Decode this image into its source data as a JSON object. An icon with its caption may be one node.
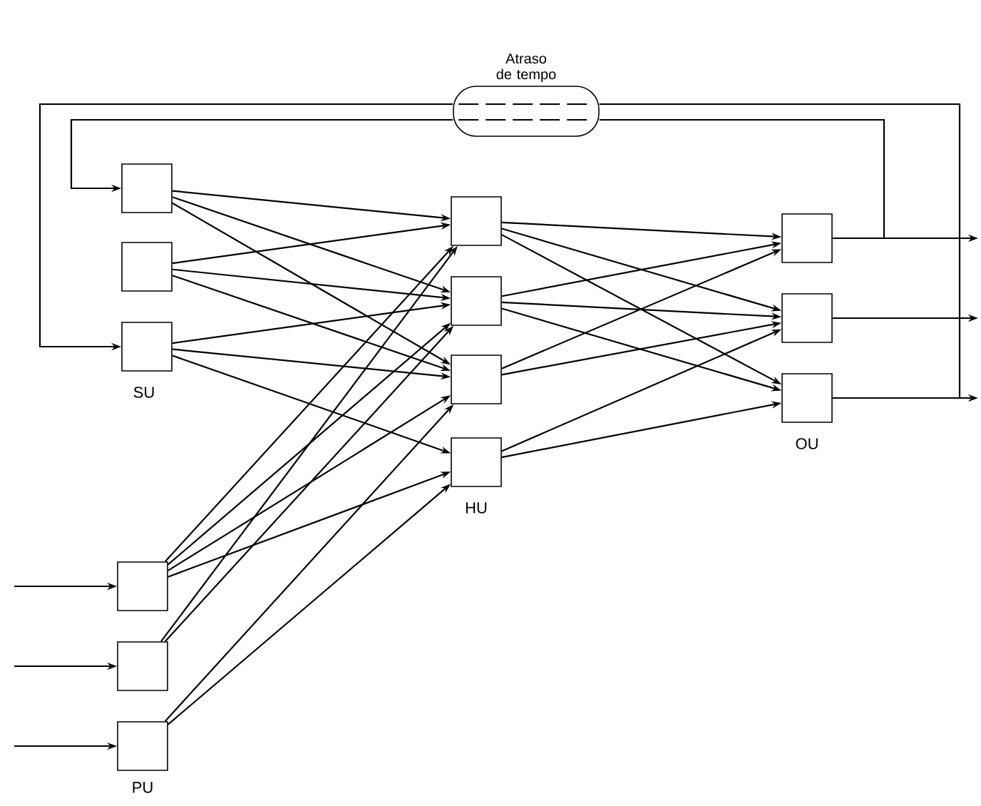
{
  "diagram": {
    "nodes": [
      {
        "text": [],
        "shape": "box"
      },
      {
        "text": [],
        "shape": "box"
      },
      {
        "text": [],
        "shape": "box"
      },
      {
        "text": [],
        "shape": "box"
      },
      {
        "text": [],
        "shape": "box"
      },
      {
        "text": [],
        "shape": "box"
      },
      {
        "text": [],
        "shape": "box"
      },
      {
        "text": [],
        "shape": "box"
      },
      {
        "text": [],
        "shape": "box"
      },
      {
        "text": [],
        "shape": "box"
      },
      {
        "text": [],
        "shape": "box"
      },
      {
        "text": [],
        "shape": "box"
      },
      {
        "text": [],
        "shape": "box"
      },
      {
        "text": [
          "Atraso de tempo"
        ]
      }
    ],
    "edges": [
      {
        "from": 0,
        "to": 3,
        "arrow": "to"
      },
      {
        "from": 0,
        "to": 4,
        "arrow": "to"
      },
      {
        "from": 0,
        "to": 5,
        "arrow": "to"
      },
      {
        "from": 1,
        "to": 3,
        "arrow": "to"
      },
      {
        "from": 1,
        "to": 4,
        "arrow": "to"
      },
      {
        "from": 1,
        "to": 5,
        "arrow": "to"
      },
      {
        "from": 2,
        "to": 4,
        "arrow": "to"
      },
      {
        "from": 2,
        "to": 5,
        "arrow": "to"
      },
      {
        "from": 2,
        "to": 6,
        "arrow": "to"
      },
      {
        "from": 3,
        "to": 7,
        "arrow": "to"
      },
      {
        "from": 3,
        "to": 8,
        "arrow": "to"
      },
      {
        "from": 3,
        "to": 9,
        "arrow": "to"
      },
      {
        "from": 4,
        "to": 7,
        "arrow": "to"
      },
      {
        "from": 4,
        "to": 8,
        "arrow": "to"
      },
      {
        "from": 4,
        "to": 9,
        "arrow": "to"
      },
      {
        "from": 5,
        "to": 7,
        "arrow": "to"
      },
      {
        "from": 5,
        "to": 8,
        "arrow": "to"
      },
      {
        "from": 6,
        "to": 8,
        "arrow": "to"
      },
      {
        "from": 6,
        "to": 9,
        "arrow": "to"
      },
      {
        "from": 10,
        "to": 3,
        "arrow": "to"
      },
      {
        "from": 10,
        "to": 4,
        "arrow": "to"
      },
      {
        "from": 10,
        "to": 5,
        "arrow": "to"
      },
      {
        "from": 10,
        "to": 6,
        "arrow": "to"
      },
      {
        "from": 11,
        "to": 3,
        "arrow": "to"
      },
      {
        "from": 11,
        "to": 4,
        "arrow": "to"
      },
      {
        "from": 12,
        "to": 5,
        "arrow": "to"
      },
      {
        "from": 12,
        "to": 6,
        "arrow": "to"
      },
      {
        "from": null,
        "to": 10,
        "arrow": "to"
      },
      {
        "from": null,
        "to": 11,
        "arrow": "to"
      },
      {
        "from": null,
        "to": 12,
        "arrow": "to"
      },
      {
        "from": 7,
        "to": null,
        "arrow": "to"
      },
      {
        "from": 8,
        "to": null,
        "arrow": "to"
      },
      {
        "from": 9,
        "to": null,
        "arrow": "to"
      },
      {
        "from": 7,
        "to": 13,
        "arrow": "none"
      },
      {
        "from": 9,
        "to": 13,
        "arrow": "none"
      },
      {
        "from": 13,
        "to": 0,
        "arrow": "to"
      },
      {
        "from": 13,
        "to": 2,
        "arrow": "to"
      }
    ],
    "labels": [
      "SU",
      "HU",
      "OU",
      "PU"
    ]
  }
}
